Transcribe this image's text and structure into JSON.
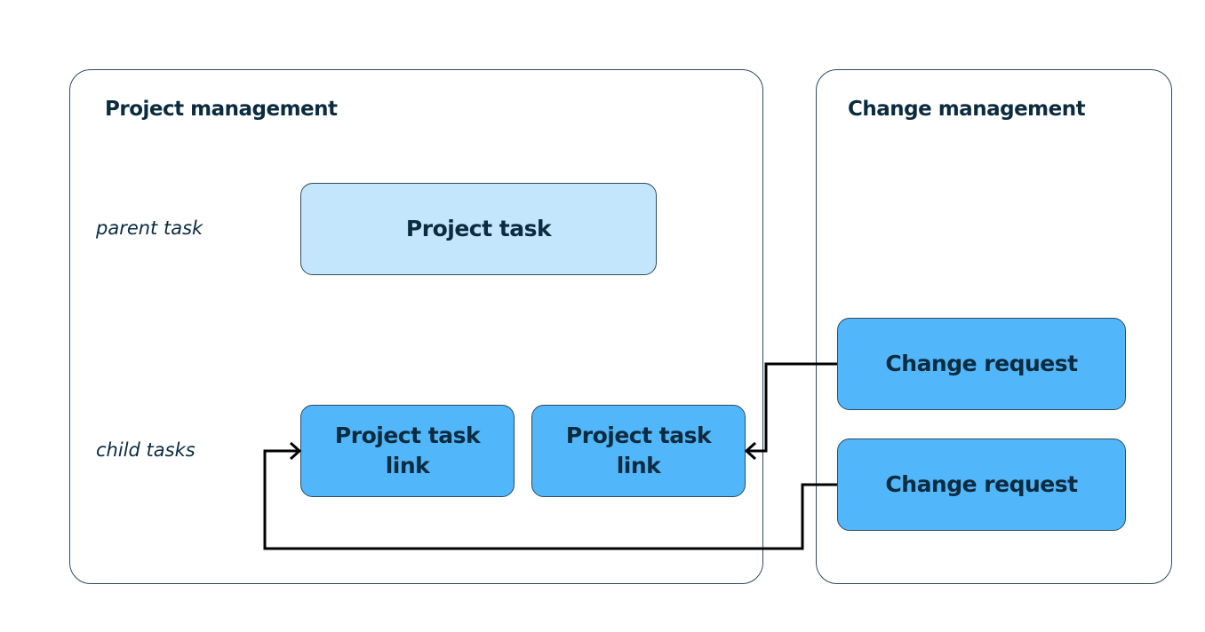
{
  "project_panel": {
    "title": "Project management",
    "rows": {
      "parent_label": "parent task",
      "child_label": "child tasks"
    },
    "parent_task": "Project task",
    "child_tasks": [
      "Project task link",
      "Project task link"
    ]
  },
  "change_panel": {
    "title": "Change management",
    "requests": [
      "Change request",
      "Change request"
    ]
  },
  "colors": {
    "panel_border": "#2e4a5e",
    "text": "#0b2b3f",
    "parent_fill": "#c4e6fd",
    "node_fill": "#52b6fb",
    "connector": "#000000"
  }
}
